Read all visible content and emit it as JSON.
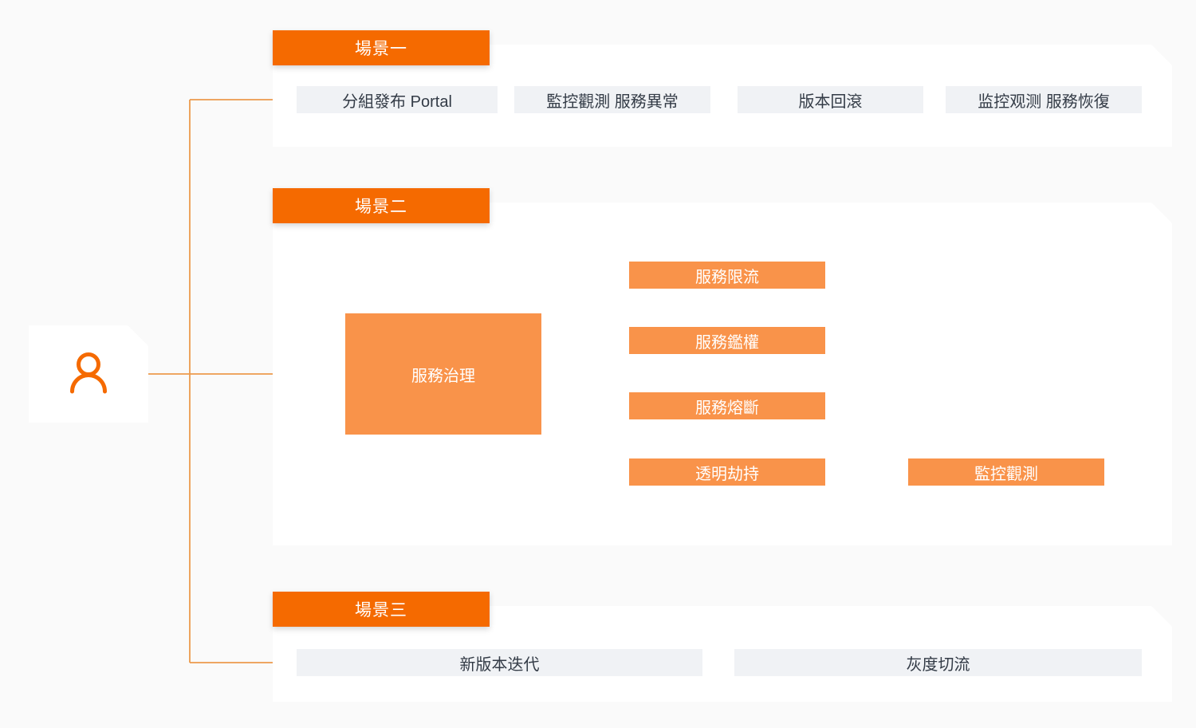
{
  "meta": {
    "background_color": "#fafafa",
    "accent_orange": "#f56a00",
    "soft_orange": "#f9934a",
    "grey_box": "#f0f2f5",
    "connector_color": "#ec9a4d",
    "text_dark": "#333b46"
  },
  "actor": {
    "icon": "user-icon",
    "label": ""
  },
  "scenarios": [
    {
      "id": "scenario-1",
      "header": "場景一",
      "steps": [
        "分組發布 Portal",
        "監控觀測  服務異常",
        "版本回滾",
        "监控观测  服務恢復"
      ]
    },
    {
      "id": "scenario-2",
      "header": "場景二",
      "root": "服務治理",
      "branches": [
        "服務限流",
        "服務鑑權",
        "服務熔斷",
        "透明劫持"
      ],
      "tail": "監控觀測"
    },
    {
      "id": "scenario-3",
      "header": "場景三",
      "steps": [
        "新版本迭代",
        "灰度切流"
      ]
    }
  ]
}
